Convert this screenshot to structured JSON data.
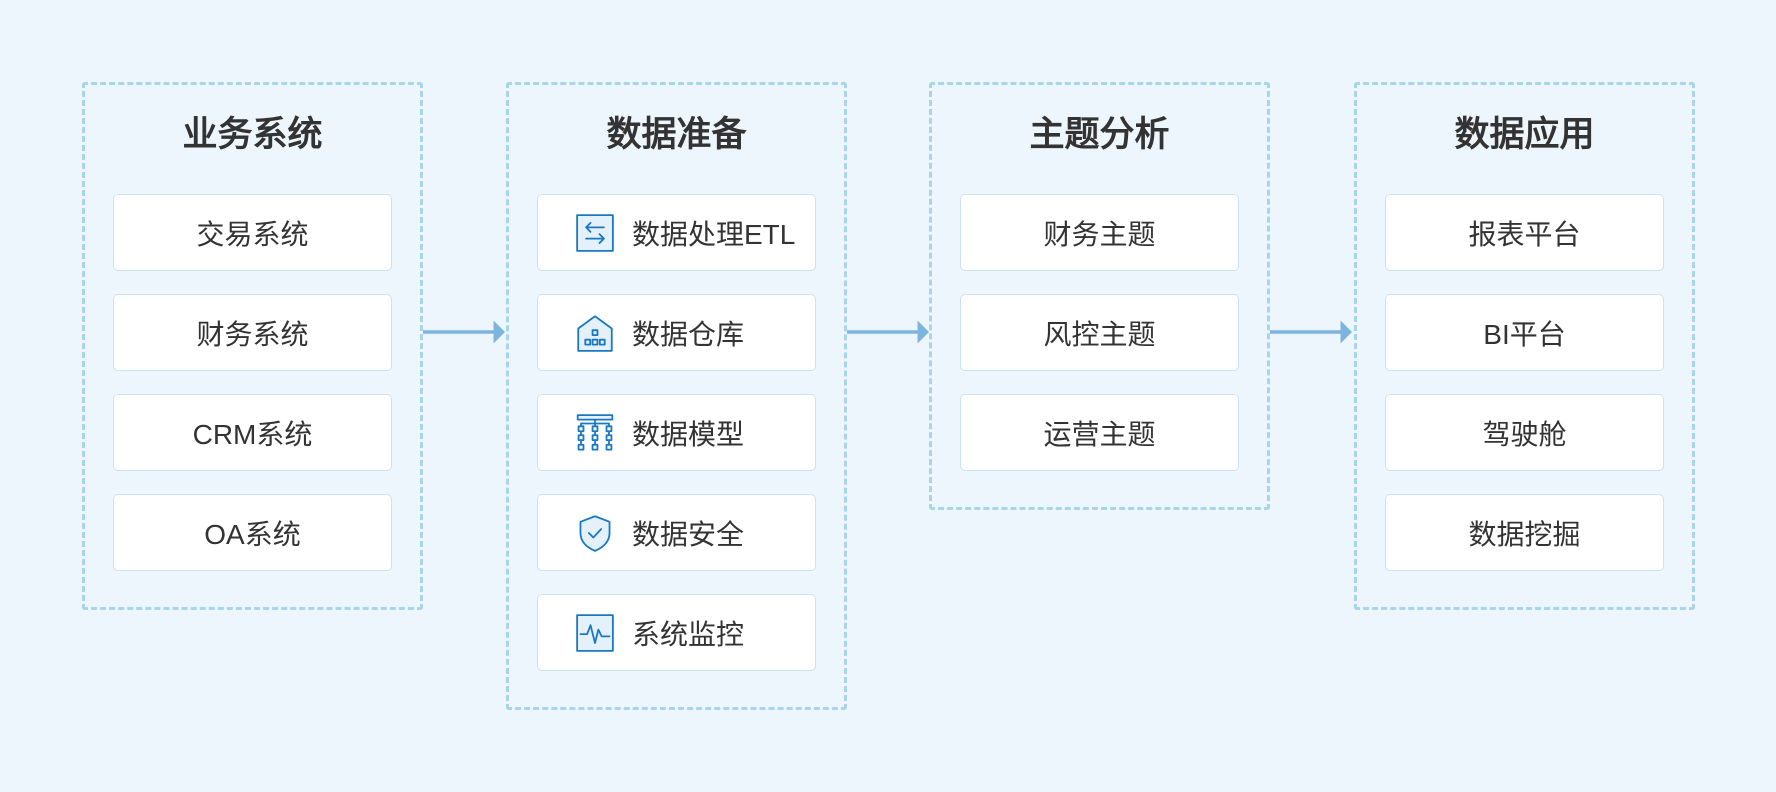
{
  "columns": [
    {
      "title": "业务系统",
      "items": [
        {
          "label": "交易系统"
        },
        {
          "label": "财务系统"
        },
        {
          "label": "CRM系统"
        },
        {
          "label": "OA系统"
        }
      ]
    },
    {
      "title": "数据准备",
      "items": [
        {
          "label": "数据处理ETL",
          "icon": "transfer-arrows-icon"
        },
        {
          "label": "数据仓库",
          "icon": "warehouse-icon"
        },
        {
          "label": "数据模型",
          "icon": "hierarchy-icon"
        },
        {
          "label": "数据安全",
          "icon": "shield-check-icon"
        },
        {
          "label": "系统监控",
          "icon": "pulse-monitor-icon"
        }
      ]
    },
    {
      "title": "主题分析",
      "items": [
        {
          "label": "财务主题"
        },
        {
          "label": "风控主题"
        },
        {
          "label": "运营主题"
        }
      ]
    },
    {
      "title": "数据应用",
      "items": [
        {
          "label": "报表平台"
        },
        {
          "label": "BI平台"
        },
        {
          "label": "驾驶舱"
        },
        {
          "label": "数据挖掘"
        }
      ]
    }
  ],
  "connectors": [
    "right-arrow-icon",
    "right-arrow-icon",
    "right-arrow-icon"
  ],
  "colors": {
    "background": "#eef6fd",
    "dashed_border": "#a9d5ec",
    "arrow": "#7db4de",
    "icon": "#1a78c2",
    "icon_fill": "#e4f1fb",
    "item_border": "#c9e2f5",
    "item_background": "#ffffff",
    "text": "#333333"
  }
}
